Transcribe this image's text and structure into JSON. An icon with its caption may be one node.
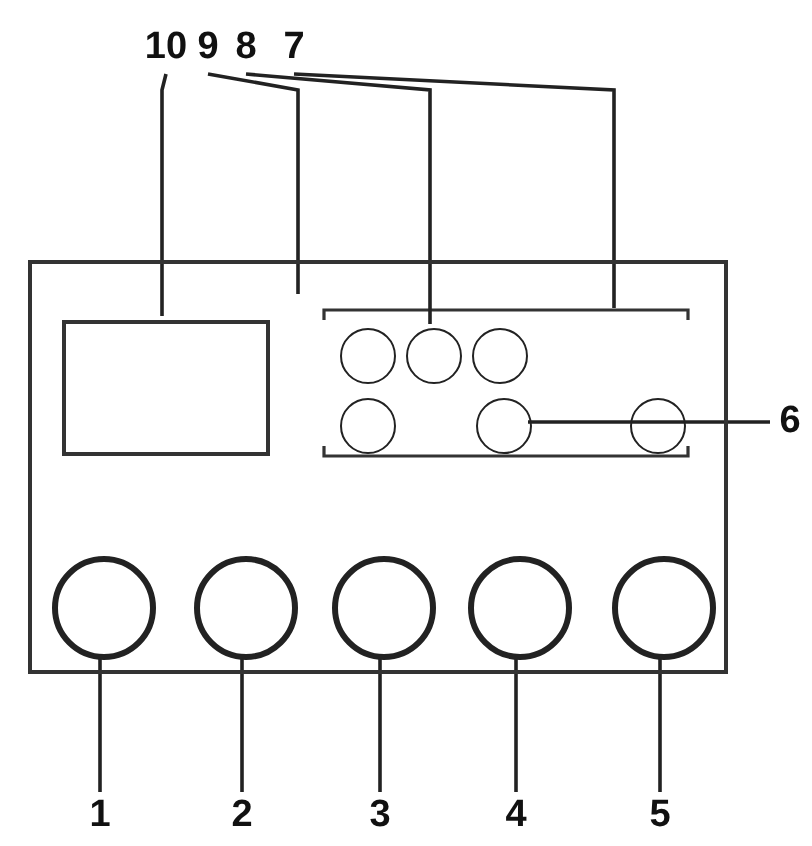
{
  "diagram": {
    "nodes": [
      {
        "text": [
          "10"
        ]
      },
      {
        "text": [
          "9"
        ]
      },
      {
        "text": [
          "8"
        ]
      },
      {
        "text": [
          "7"
        ]
      },
      {
        "text": [],
        "shape": "box"
      },
      {
        "text": [],
        "shape": "box",
        "in": 4
      },
      {
        "text": [],
        "shape": "circle",
        "in": 4
      },
      {
        "text": [],
        "shape": "circle",
        "in": 4
      },
      {
        "text": [],
        "shape": "circle",
        "in": 4
      },
      {
        "text": [],
        "shape": "circle",
        "in": 4
      },
      {
        "text": [],
        "shape": "circle",
        "in": 4
      },
      {
        "text": [],
        "shape": "circle",
        "in": 4
      },
      {
        "text": [
          "6"
        ]
      },
      {
        "text": [],
        "shape": "circle",
        "in": 4
      },
      {
        "text": [],
        "shape": "circle",
        "in": 4
      },
      {
        "text": [],
        "shape": "circle",
        "in": 4
      },
      {
        "text": [],
        "shape": "circle",
        "in": 4
      },
      {
        "text": [],
        "shape": "circle",
        "in": 4
      },
      {
        "text": [
          "1"
        ]
      },
      {
        "text": [
          "2"
        ]
      },
      {
        "text": [
          "3"
        ]
      },
      {
        "text": [
          "4"
        ]
      },
      {
        "text": [
          "5"
        ]
      }
    ],
    "edges": [
      {
        "from": 0,
        "to": 5,
        "arrow": "none"
      },
      {
        "from": 1,
        "to": null,
        "arrow": "none"
      },
      {
        "from": 2,
        "to": 7,
        "arrow": "none"
      },
      {
        "from": 3,
        "to": null,
        "arrow": "none"
      },
      {
        "from": 12,
        "to": 10,
        "arrow": "none"
      },
      {
        "from": 18,
        "to": 13,
        "arrow": "none"
      },
      {
        "from": 19,
        "to": 14,
        "arrow": "none"
      },
      {
        "from": 20,
        "to": 15,
        "arrow": "none"
      },
      {
        "from": 21,
        "to": 16,
        "arrow": "none"
      },
      {
        "from": 22,
        "to": 17,
        "arrow": "none"
      }
    ]
  }
}
